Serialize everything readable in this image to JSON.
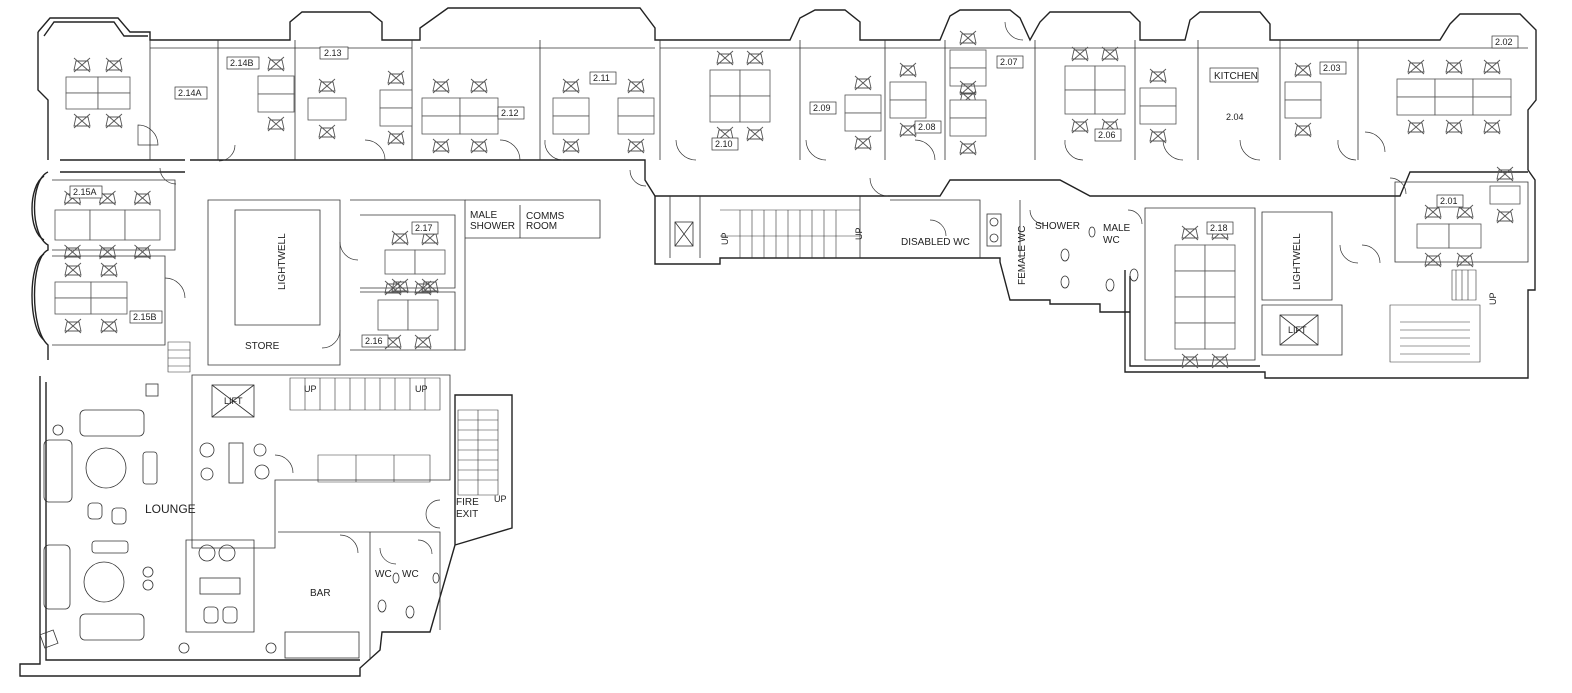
{
  "plan": {
    "rooms": [
      {
        "id": "r214a",
        "label": "2.14A"
      },
      {
        "id": "r214b",
        "label": "2.14B"
      },
      {
        "id": "r213",
        "label": "2.13"
      },
      {
        "id": "r212",
        "label": "2.12"
      },
      {
        "id": "r211",
        "label": "2.11"
      },
      {
        "id": "r210",
        "label": "2.10"
      },
      {
        "id": "r209",
        "label": "2.09"
      },
      {
        "id": "r208",
        "label": "2.08"
      },
      {
        "id": "r207",
        "label": "2.07"
      },
      {
        "id": "r206",
        "label": "2.06"
      },
      {
        "id": "r204",
        "label": "2.04"
      },
      {
        "id": "r203",
        "label": "2.03"
      },
      {
        "id": "r202",
        "label": "2.02"
      },
      {
        "id": "r201",
        "label": "2.01"
      },
      {
        "id": "r215a",
        "label": "2.15A"
      },
      {
        "id": "r215b",
        "label": "2.15B"
      },
      {
        "id": "r217",
        "label": "2.17"
      },
      {
        "id": "r216",
        "label": "2.16"
      },
      {
        "id": "r218",
        "label": "2.18"
      }
    ],
    "spaces": {
      "kitchen": "KITCHEN",
      "lightwell_left": "LIGHTWELL",
      "lightwell_right": "LIGHTWELL",
      "store": "STORE",
      "male_shower_1": "MALE",
      "male_shower_2": "SHOWER",
      "comms_1": "COMMS",
      "comms_2": "ROOM",
      "disabled_wc": "DISABLED WC",
      "female_wc": "FEMALE WC",
      "shower": "SHOWER",
      "male_wc_1": "MALE",
      "male_wc_2": "WC",
      "lounge": "LOUNGE",
      "bar": "BAR",
      "fire_exit_1": "FIRE",
      "fire_exit_2": "EXIT",
      "wc_a": "WC",
      "wc_b": "WC"
    },
    "lift_label": "LIFT",
    "up_label": "UP"
  }
}
